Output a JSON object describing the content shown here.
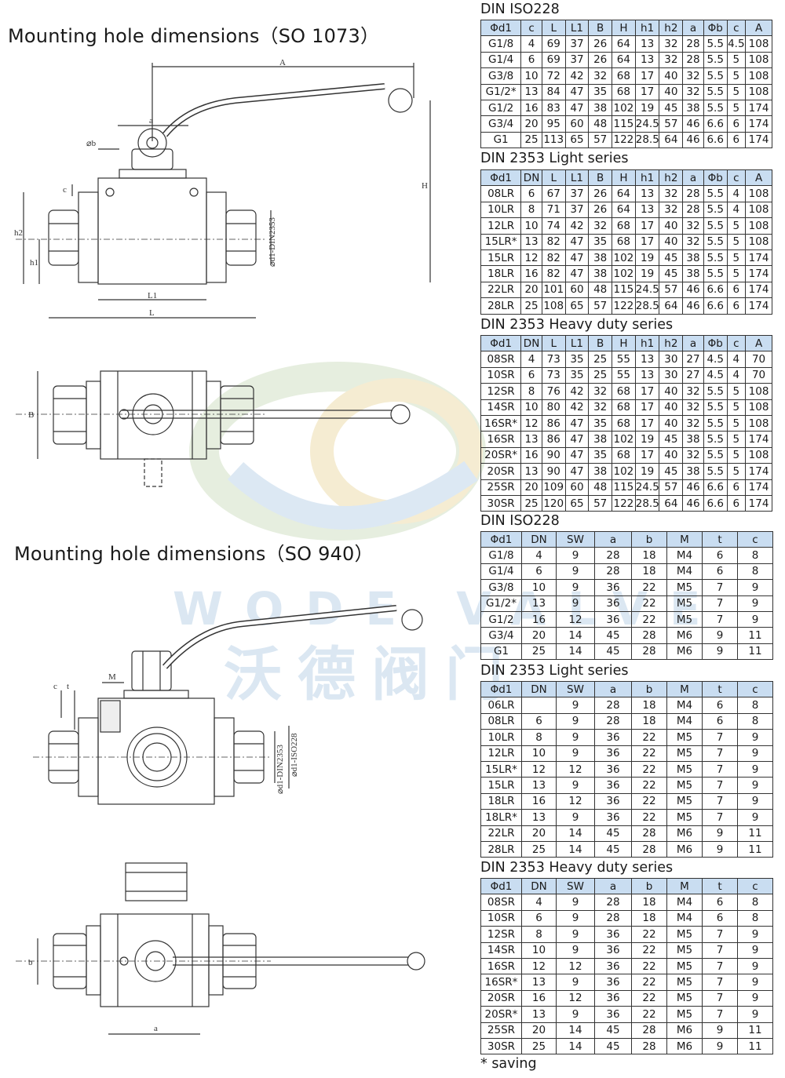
{
  "titles": {
    "top": "Mounting hole dimensions（SO 1073）",
    "bottom": "Mounting hole dimensions（SO 940）"
  },
  "watermark": {
    "latin": "WODE VALVE",
    "chinese": "沃德阀门"
  },
  "drawing_labels": [
    "A",
    "a",
    "⌀b",
    "H",
    "c",
    "h2",
    "h1",
    "⌀d1-DIN2353",
    "L1",
    "L",
    "B",
    "M",
    "t",
    "⌀d1-ISO228",
    "b"
  ],
  "sections": [
    {
      "caption": "DIN ISO228",
      "headers": [
        "Φd1",
        "c",
        "L",
        "L1",
        "B",
        "H",
        "h1",
        "h2",
        "a",
        "Φb",
        "c",
        "A"
      ],
      "rows": [
        [
          "G1/8",
          "4",
          "69",
          "37",
          "26",
          "64",
          "13",
          "32",
          "28",
          "5.5",
          "4.5",
          "108"
        ],
        [
          "G1/4",
          "6",
          "69",
          "37",
          "26",
          "64",
          "13",
          "32",
          "28",
          "5.5",
          "5",
          "108"
        ],
        [
          "G3/8",
          "10",
          "72",
          "42",
          "32",
          "68",
          "17",
          "40",
          "32",
          "5.5",
          "5",
          "108"
        ],
        [
          "G1/2*",
          "13",
          "84",
          "47",
          "35",
          "68",
          "17",
          "40",
          "32",
          "5.5",
          "5",
          "108"
        ],
        [
          "G1/2",
          "16",
          "83",
          "47",
          "38",
          "102",
          "19",
          "45",
          "38",
          "5.5",
          "5",
          "174"
        ],
        [
          "G3/4",
          "20",
          "95",
          "60",
          "48",
          "115",
          "24.5",
          "57",
          "46",
          "6.6",
          "6",
          "174"
        ],
        [
          "G1",
          "25",
          "113",
          "65",
          "57",
          "122",
          "28.5",
          "64",
          "46",
          "6.6",
          "6",
          "174"
        ]
      ]
    },
    {
      "caption": "DIN 2353 Light series",
      "headers": [
        "Φd1",
        "DN",
        "L",
        "L1",
        "B",
        "H",
        "h1",
        "h2",
        "a",
        "Φb",
        "c",
        "A"
      ],
      "rows": [
        [
          "08LR",
          "6",
          "67",
          "37",
          "26",
          "64",
          "13",
          "32",
          "28",
          "5.5",
          "4",
          "108"
        ],
        [
          "10LR",
          "8",
          "71",
          "37",
          "26",
          "64",
          "13",
          "32",
          "28",
          "5.5",
          "4",
          "108"
        ],
        [
          "12LR",
          "10",
          "74",
          "42",
          "32",
          "68",
          "17",
          "40",
          "32",
          "5.5",
          "5",
          "108"
        ],
        [
          "15LR*",
          "13",
          "82",
          "47",
          "35",
          "68",
          "17",
          "40",
          "32",
          "5.5",
          "5",
          "108"
        ],
        [
          "15LR",
          "12",
          "82",
          "47",
          "38",
          "102",
          "19",
          "45",
          "38",
          "5.5",
          "5",
          "174"
        ],
        [
          "18LR",
          "16",
          "82",
          "47",
          "38",
          "102",
          "19",
          "45",
          "38",
          "5.5",
          "5",
          "174"
        ],
        [
          "22LR",
          "20",
          "101",
          "60",
          "48",
          "115",
          "24.5",
          "57",
          "46",
          "6.6",
          "6",
          "174"
        ],
        [
          "28LR",
          "25",
          "108",
          "65",
          "57",
          "122",
          "28.5",
          "64",
          "46",
          "6.6",
          "6",
          "174"
        ]
      ]
    },
    {
      "caption": "DIN 2353 Heavy duty series",
      "headers": [
        "Φd1",
        "DN",
        "L",
        "L1",
        "B",
        "H",
        "h1",
        "h2",
        "a",
        "Φb",
        "c",
        "A"
      ],
      "rows": [
        [
          "08SR",
          "4",
          "73",
          "35",
          "25",
          "55",
          "13",
          "30",
          "27",
          "4.5",
          "4",
          "70"
        ],
        [
          "10SR",
          "6",
          "73",
          "35",
          "25",
          "55",
          "13",
          "30",
          "27",
          "4.5",
          "4",
          "70"
        ],
        [
          "12SR",
          "8",
          "76",
          "42",
          "32",
          "68",
          "17",
          "40",
          "32",
          "5.5",
          "5",
          "108"
        ],
        [
          "14SR",
          "10",
          "80",
          "42",
          "32",
          "68",
          "17",
          "40",
          "32",
          "5.5",
          "5",
          "108"
        ],
        [
          "16SR*",
          "12",
          "86",
          "47",
          "35",
          "68",
          "17",
          "40",
          "32",
          "5.5",
          "5",
          "108"
        ],
        [
          "16SR",
          "13",
          "86",
          "47",
          "38",
          "102",
          "19",
          "45",
          "38",
          "5.5",
          "5",
          "174"
        ],
        [
          "20SR*",
          "16",
          "90",
          "47",
          "35",
          "68",
          "17",
          "40",
          "32",
          "5.5",
          "5",
          "108"
        ],
        [
          "20SR",
          "13",
          "90",
          "47",
          "38",
          "102",
          "19",
          "45",
          "38",
          "5.5",
          "5",
          "174"
        ],
        [
          "25SR",
          "20",
          "109",
          "60",
          "48",
          "115",
          "24.5",
          "57",
          "46",
          "6.6",
          "6",
          "174"
        ],
        [
          "30SR",
          "25",
          "120",
          "65",
          "57",
          "122",
          "28.5",
          "64",
          "46",
          "6.6",
          "6",
          "174"
        ]
      ]
    },
    {
      "caption": "DIN ISO228",
      "headers": [
        "Φd1",
        "DN",
        "SW",
        "a",
        "b",
        "M",
        "t",
        "c"
      ],
      "rows": [
        [
          "G1/8",
          "4",
          "9",
          "28",
          "18",
          "M4",
          "6",
          "8"
        ],
        [
          "G1/4",
          "6",
          "9",
          "28",
          "18",
          "M4",
          "6",
          "8"
        ],
        [
          "G3/8",
          "10",
          "9",
          "36",
          "22",
          "M5",
          "7",
          "9"
        ],
        [
          "G1/2*",
          "13",
          "9",
          "36",
          "22",
          "M5",
          "7",
          "9"
        ],
        [
          "G1/2",
          "16",
          "12",
          "36",
          "22",
          "M5",
          "7",
          "9"
        ],
        [
          "G3/4",
          "20",
          "14",
          "45",
          "28",
          "M6",
          "9",
          "11"
        ],
        [
          "G1",
          "25",
          "14",
          "45",
          "28",
          "M6",
          "9",
          "11"
        ]
      ]
    },
    {
      "caption": "DIN 2353 Light series",
      "headers": [
        "Φd1",
        "DN",
        "SW",
        "a",
        "b",
        "M",
        "t",
        "c"
      ],
      "rows": [
        [
          "06LR",
          "",
          "9",
          "28",
          "18",
          "M4",
          "6",
          "8"
        ],
        [
          "08LR",
          "6",
          "9",
          "28",
          "18",
          "M4",
          "6",
          "8"
        ],
        [
          "10LR",
          "8",
          "9",
          "36",
          "22",
          "M5",
          "7",
          "9"
        ],
        [
          "12LR",
          "10",
          "9",
          "36",
          "22",
          "M5",
          "7",
          "9"
        ],
        [
          "15LR*",
          "12",
          "12",
          "36",
          "22",
          "M5",
          "7",
          "9"
        ],
        [
          "15LR",
          "13",
          "9",
          "36",
          "22",
          "M5",
          "7",
          "9"
        ],
        [
          "18LR",
          "16",
          "12",
          "36",
          "22",
          "M5",
          "7",
          "9"
        ],
        [
          "18LR*",
          "13",
          "9",
          "36",
          "22",
          "M5",
          "7",
          "9"
        ],
        [
          "22LR",
          "20",
          "14",
          "45",
          "28",
          "M6",
          "9",
          "11"
        ],
        [
          "28LR",
          "25",
          "14",
          "45",
          "28",
          "M6",
          "9",
          "11"
        ]
      ]
    },
    {
      "caption": "DIN 2353 Heavy duty series",
      "headers": [
        "Φd1",
        "DN",
        "SW",
        "a",
        "b",
        "M",
        "t",
        "c"
      ],
      "rows": [
        [
          "08SR",
          "4",
          "9",
          "28",
          "18",
          "M4",
          "6",
          "8"
        ],
        [
          "10SR",
          "6",
          "9",
          "28",
          "18",
          "M4",
          "6",
          "8"
        ],
        [
          "12SR",
          "8",
          "9",
          "36",
          "22",
          "M5",
          "7",
          "9"
        ],
        [
          "14SR",
          "10",
          "9",
          "36",
          "22",
          "M5",
          "7",
          "9"
        ],
        [
          "16SR",
          "12",
          "12",
          "36",
          "22",
          "M5",
          "7",
          "9"
        ],
        [
          "16SR*",
          "13",
          "9",
          "36",
          "22",
          "M5",
          "7",
          "9"
        ],
        [
          "20SR",
          "16",
          "12",
          "36",
          "22",
          "M5",
          "7",
          "9"
        ],
        [
          "20SR*",
          "13",
          "9",
          "36",
          "22",
          "M5",
          "7",
          "9"
        ],
        [
          "25SR",
          "20",
          "14",
          "45",
          "28",
          "M6",
          "9",
          "11"
        ],
        [
          "30SR",
          "25",
          "14",
          "45",
          "28",
          "M6",
          "9",
          "11"
        ]
      ]
    }
  ],
  "footnote": "* saving",
  "colors": {
    "header_bg": "#c9ddf1",
    "line": "#333333",
    "watermark": "#dbe7f2"
  }
}
